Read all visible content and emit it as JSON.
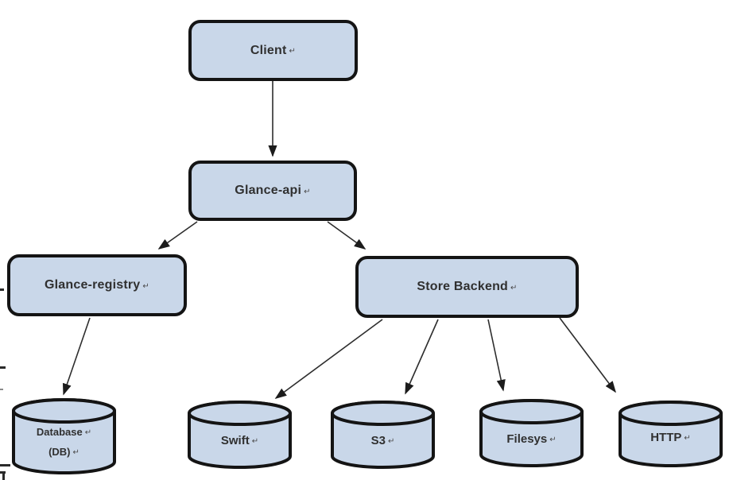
{
  "diagram": {
    "type": "architecture-flow-diagram",
    "colors": {
      "node_fill": "#c9d7e9",
      "node_border": "#141414",
      "text": "#303030",
      "arrow": "#2d2d2d",
      "background": "#ffffff"
    },
    "nodes": {
      "client": {
        "label": "Client",
        "mark": "↵"
      },
      "glance_api": {
        "label": "Glance-api",
        "mark": "↵"
      },
      "glance_registry": {
        "label": "Glance-registry",
        "mark": "↵"
      },
      "store_backend": {
        "label": "Store Backend",
        "mark": "↵"
      },
      "database": {
        "label": "Database",
        "mark": "↵",
        "label2": "(DB)",
        "mark2": "↵"
      },
      "swift": {
        "label": "Swift",
        "mark": "↵"
      },
      "s3": {
        "label": "S3",
        "mark": "↵"
      },
      "filesys": {
        "label": "Filesys",
        "mark": "↵"
      },
      "http": {
        "label": "HTTP",
        "mark": "↵"
      }
    },
    "edges": [
      {
        "from": "Client",
        "to": "Glance-api"
      },
      {
        "from": "Glance-api",
        "to": "Glance-registry"
      },
      {
        "from": "Glance-api",
        "to": "Store Backend"
      },
      {
        "from": "Glance-registry",
        "to": "Database (DB)"
      },
      {
        "from": "Store Backend",
        "to": "Swift"
      },
      {
        "from": "Store Backend",
        "to": "S3"
      },
      {
        "from": "Store Backend",
        "to": "Filesys"
      },
      {
        "from": "Store Backend",
        "to": "HTTP"
      }
    ]
  }
}
